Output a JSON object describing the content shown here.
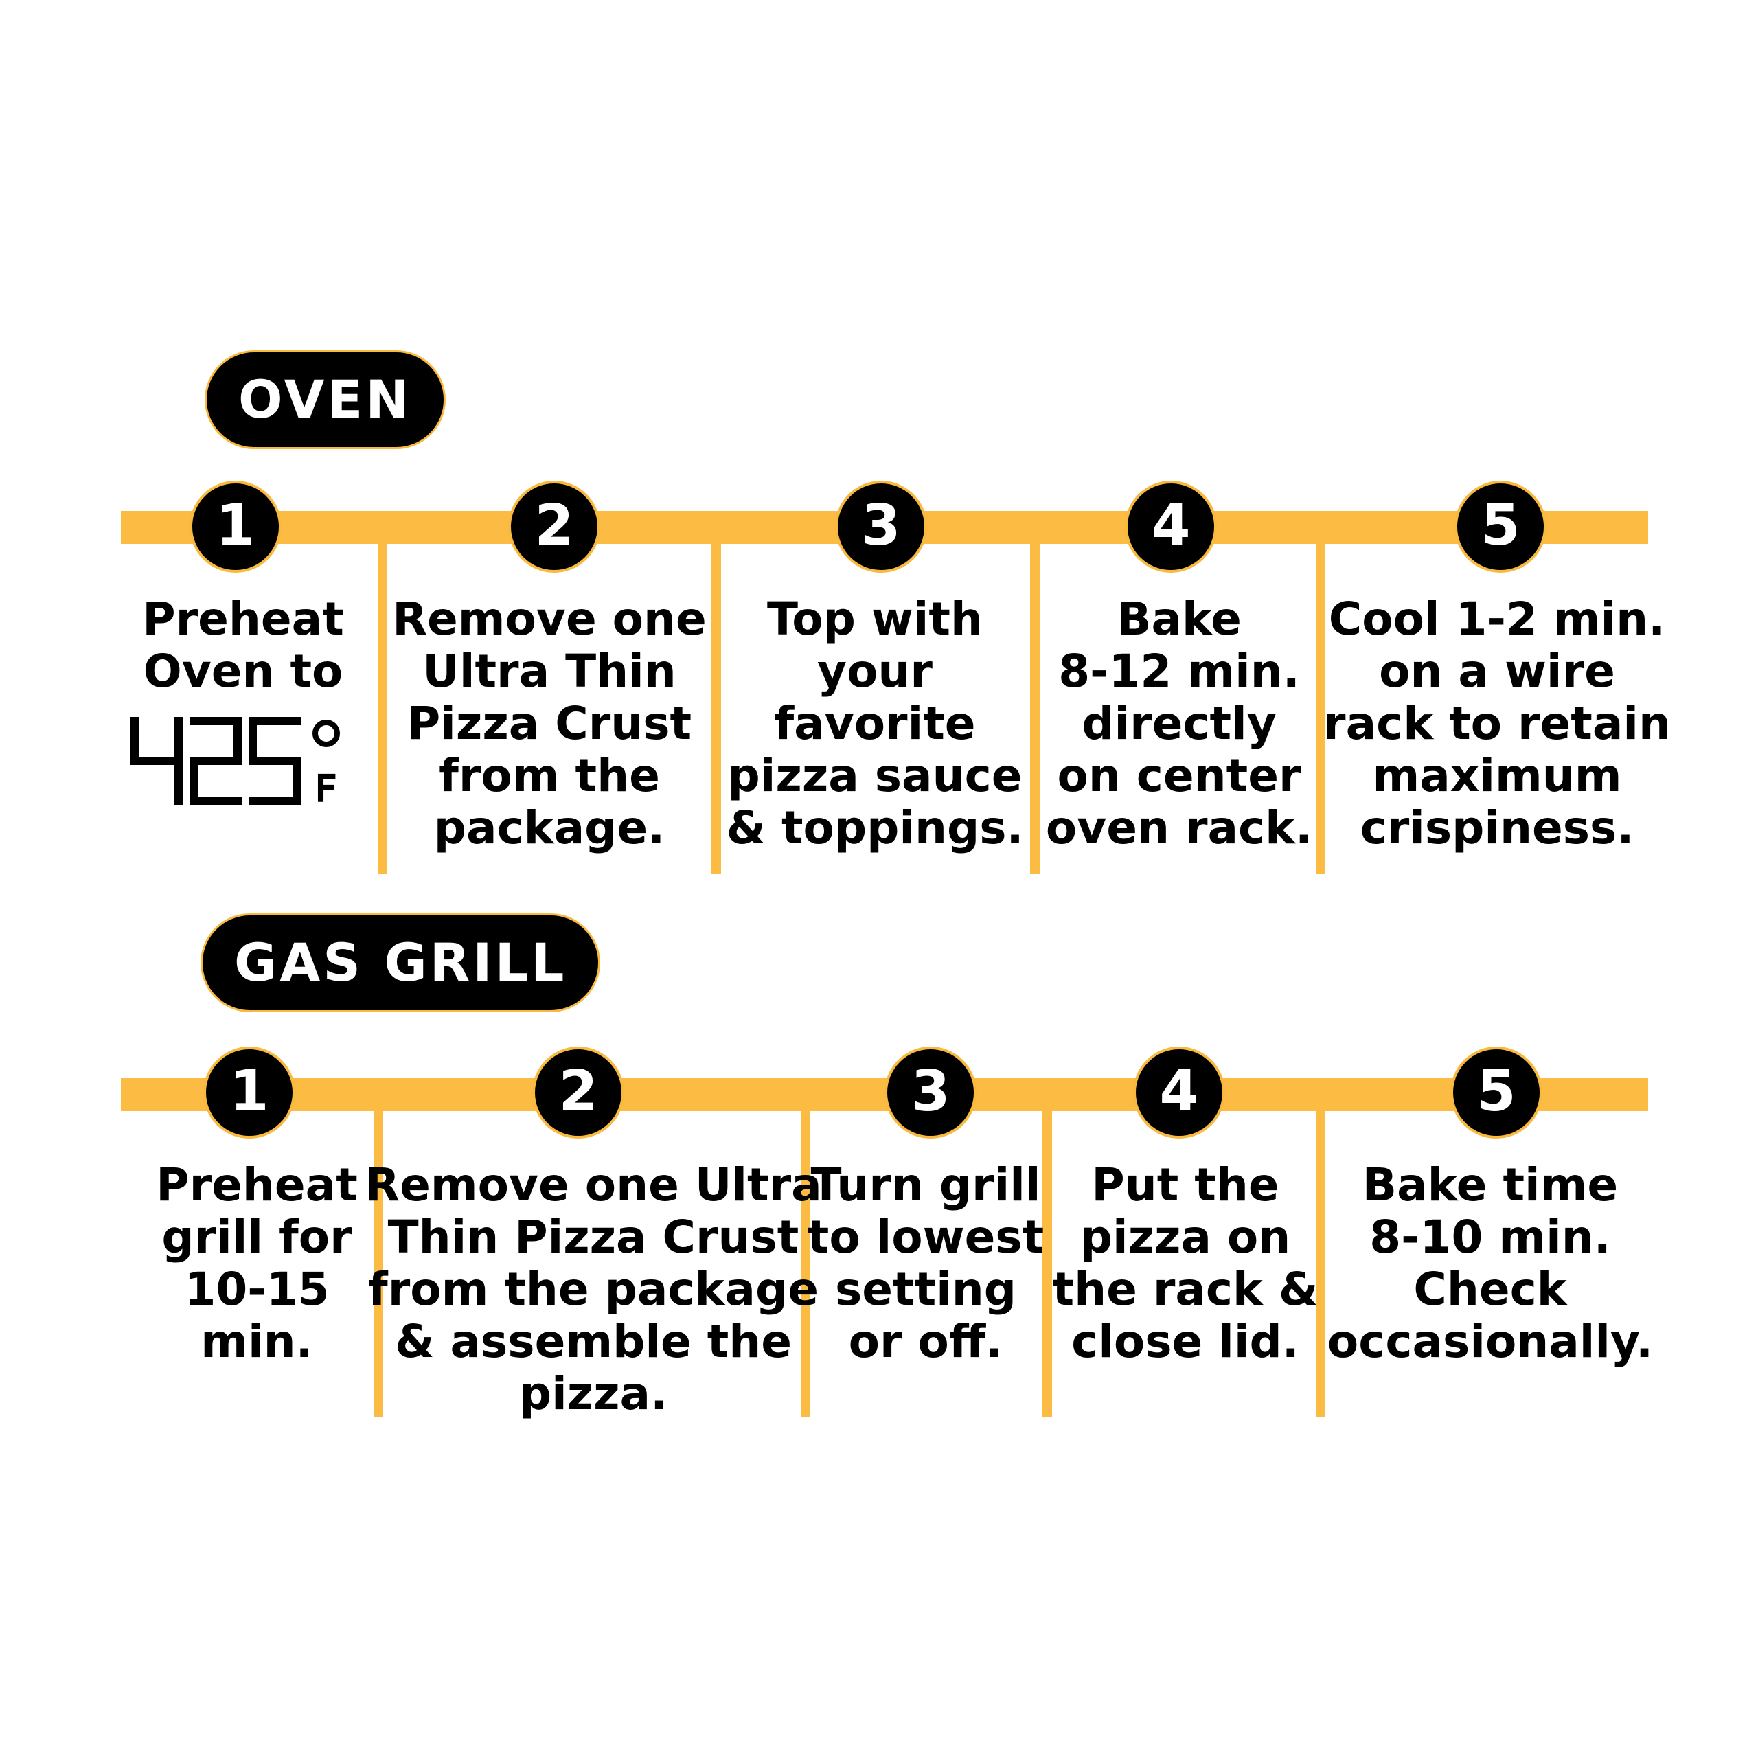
{
  "colors": {
    "accent": "#fcbc44",
    "badge_bg": "#000000",
    "badge_text": "#ffffff",
    "text": "#000000"
  },
  "oven": {
    "title": "OVEN",
    "steps": [
      {
        "number": "1",
        "lines": [
          "Preheat",
          "Oven to"
        ],
        "temperature": "425",
        "unit": "F",
        "degree_icon": "degree-icon"
      },
      {
        "number": "2",
        "lines": [
          "Remove one",
          "Ultra Thin",
          "Pizza Crust",
          "from the",
          "package."
        ]
      },
      {
        "number": "3",
        "lines": [
          "Top with",
          "your",
          "favorite",
          "pizza sauce",
          "& toppings."
        ]
      },
      {
        "number": "4",
        "lines": [
          "Bake",
          "8-12 min.",
          "directly",
          "on center",
          "oven rack."
        ]
      },
      {
        "number": "5",
        "lines": [
          "Cool 1-2 min.",
          "on a wire",
          "rack to retain",
          "maximum",
          "crispiness."
        ]
      }
    ]
  },
  "grill": {
    "title": "GAS GRILL",
    "steps": [
      {
        "number": "1",
        "lines": [
          "Preheat",
          "grill for",
          "10-15",
          "min."
        ]
      },
      {
        "number": "2",
        "lines": [
          "Remove one Ultra",
          "Thin Pizza Crust",
          "from the package",
          "& assemble the",
          "pizza."
        ]
      },
      {
        "number": "3",
        "lines": [
          "Turn grill",
          "to lowest",
          "setting",
          "or off."
        ]
      },
      {
        "number": "4",
        "lines": [
          "Put the",
          "pizza on",
          "the rack &",
          "close lid."
        ]
      },
      {
        "number": "5",
        "lines": [
          "Bake time",
          "8-10 min.",
          "Check",
          "occasionally."
        ]
      }
    ]
  }
}
